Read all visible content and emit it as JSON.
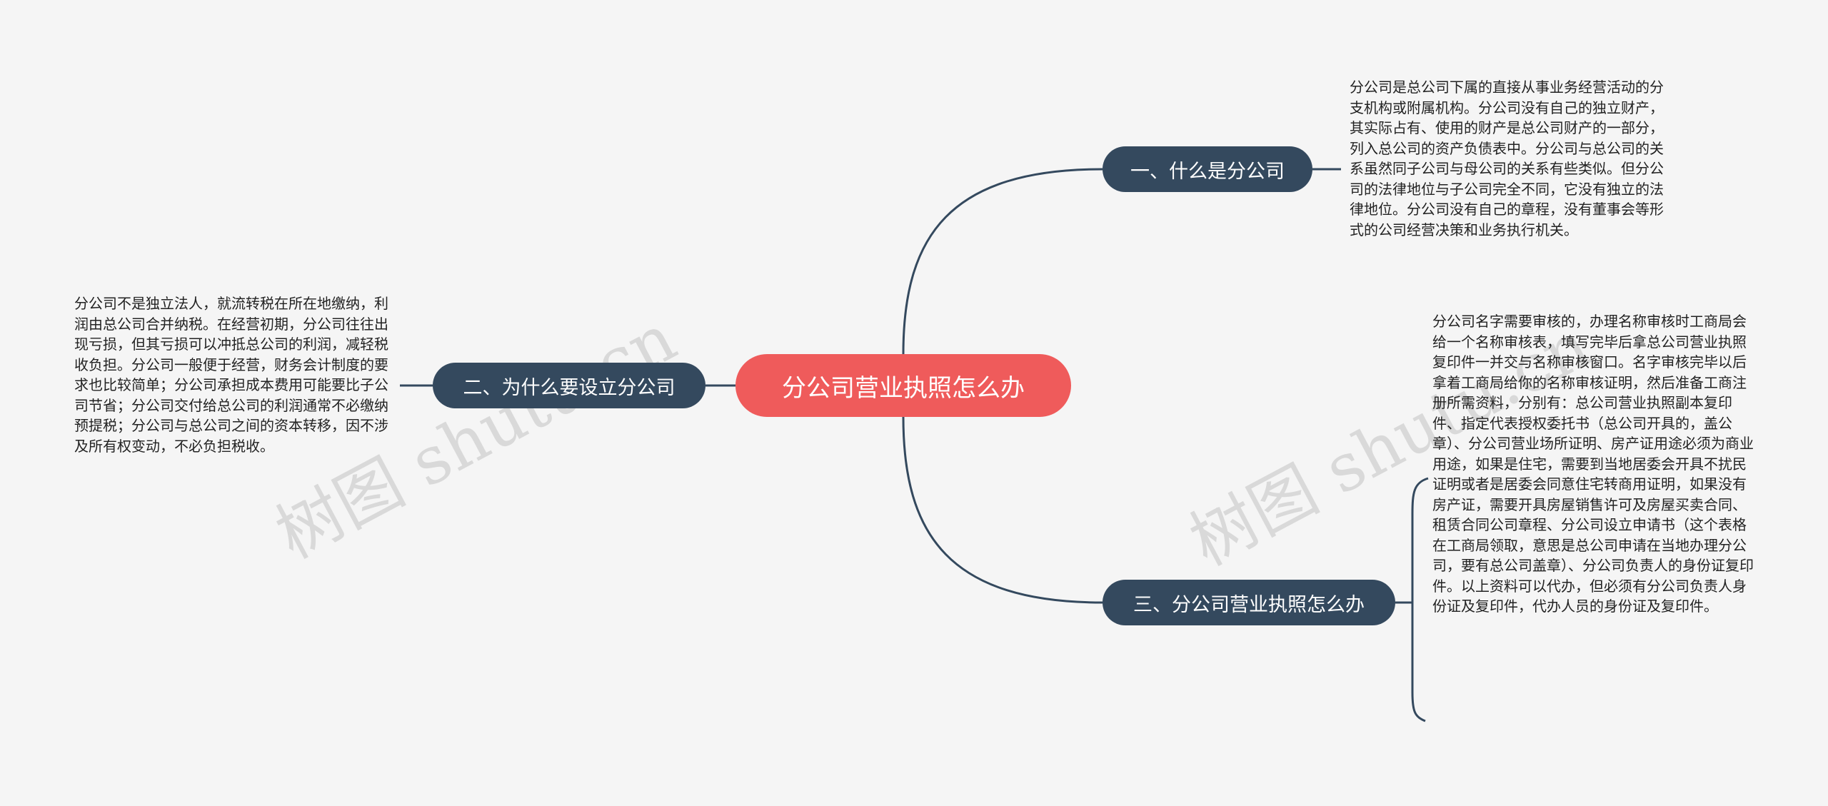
{
  "root": {
    "label": "分公司营业执照怎么办"
  },
  "branches": [
    {
      "label": "一、什么是分公司",
      "text": "分公司是总公司下属的直接从事业务经营活动的分支机构或附属机构。分公司没有自己的独立财产，其实际占有、使用的财产是总公司财产的一部分，列入总公司的资产负债表中。分公司与总公司的关系虽然同子公司与母公司的关系有些类似。但分公司的法律地位与子公司完全不同，它没有独立的法律地位。分公司没有自己的章程，没有董事会等形式的公司经营决策和业务执行机关。"
    },
    {
      "label": "二、为什么要设立分公司",
      "text": "分公司不是独立法人，就流转税在所在地缴纳，利润由总公司合并纳税。在经营初期，分公司往往出现亏损，但其亏损可以冲抵总公司的利润，减轻税收负担。分公司一般便于经营，财务会计制度的要求也比较简单；分公司承担成本费用可能要比子公司节省；分公司交付给总公司的利润通常不必缴纳预提税；分公司与总公司之间的资本转移，因不涉及所有权变动，不必负担税收。"
    },
    {
      "label": "三、分公司营业执照怎么办",
      "text": "分公司名字需要审核的，办理名称审核时工商局会给一个名称审核表，填写完毕后拿总公司营业执照复印件一并交与名称审核窗口。名字审核完毕以后拿着工商局给你的名称审核证明，然后准备工商注册所需资料，分别有：总公司营业执照副本复印件、指定代表授权委托书（总公司开具的，盖公章）、分公司营业场所证明、房产证用途必须为商业用途，如果是住宅，需要到当地居委会开具不扰民证明或者是居委会同意住宅转商用证明，如果没有房产证，需要开具房屋销售许可及房屋买卖合同、租赁合同公司章程、分公司设立申请书（这个表格在工商局领取，意思是总公司申请在当地办理分公司，要有总公司盖章）、分公司负责人的身份证复印件。以上资料可以代办，但必须有分公司负责人身份证及复印件，代办人员的身份证及复印件。"
    }
  ],
  "watermark": "树图 shutu.cn",
  "colors": {
    "root": "#ef5b5b",
    "branch": "#34495e",
    "line": "#34495e",
    "background": "#f5f5f5"
  }
}
